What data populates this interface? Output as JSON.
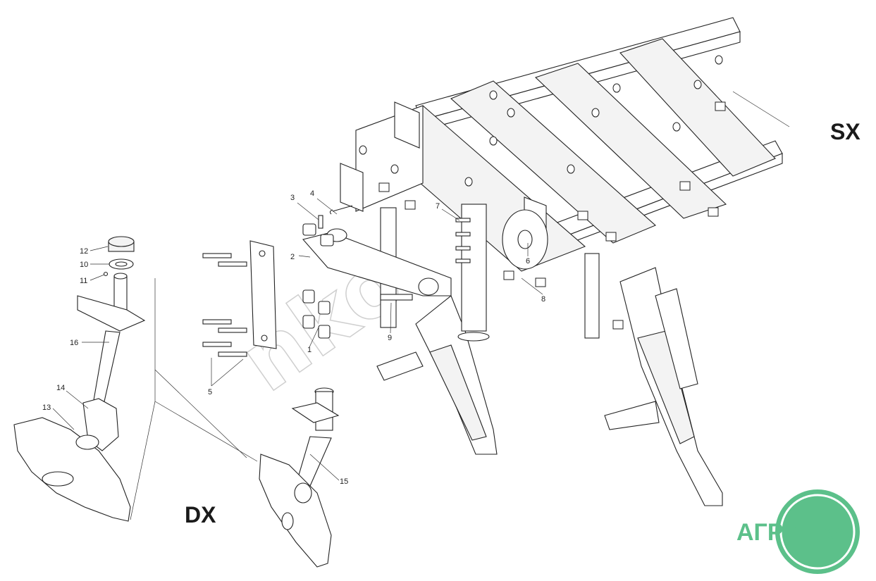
{
  "labels": {
    "sx": "SX",
    "dx": "DX"
  },
  "callouts": [
    "1",
    "2",
    "3",
    "4",
    "5",
    "6",
    "7",
    "8",
    "9",
    "10",
    "11",
    "12",
    "13",
    "14",
    "15",
    "16"
  ],
  "logo": {
    "text": "АГРОНКА",
    "color": "#5cc08a"
  },
  "watermark": {
    "text": "nko",
    "color": "#cfcfcf"
  }
}
